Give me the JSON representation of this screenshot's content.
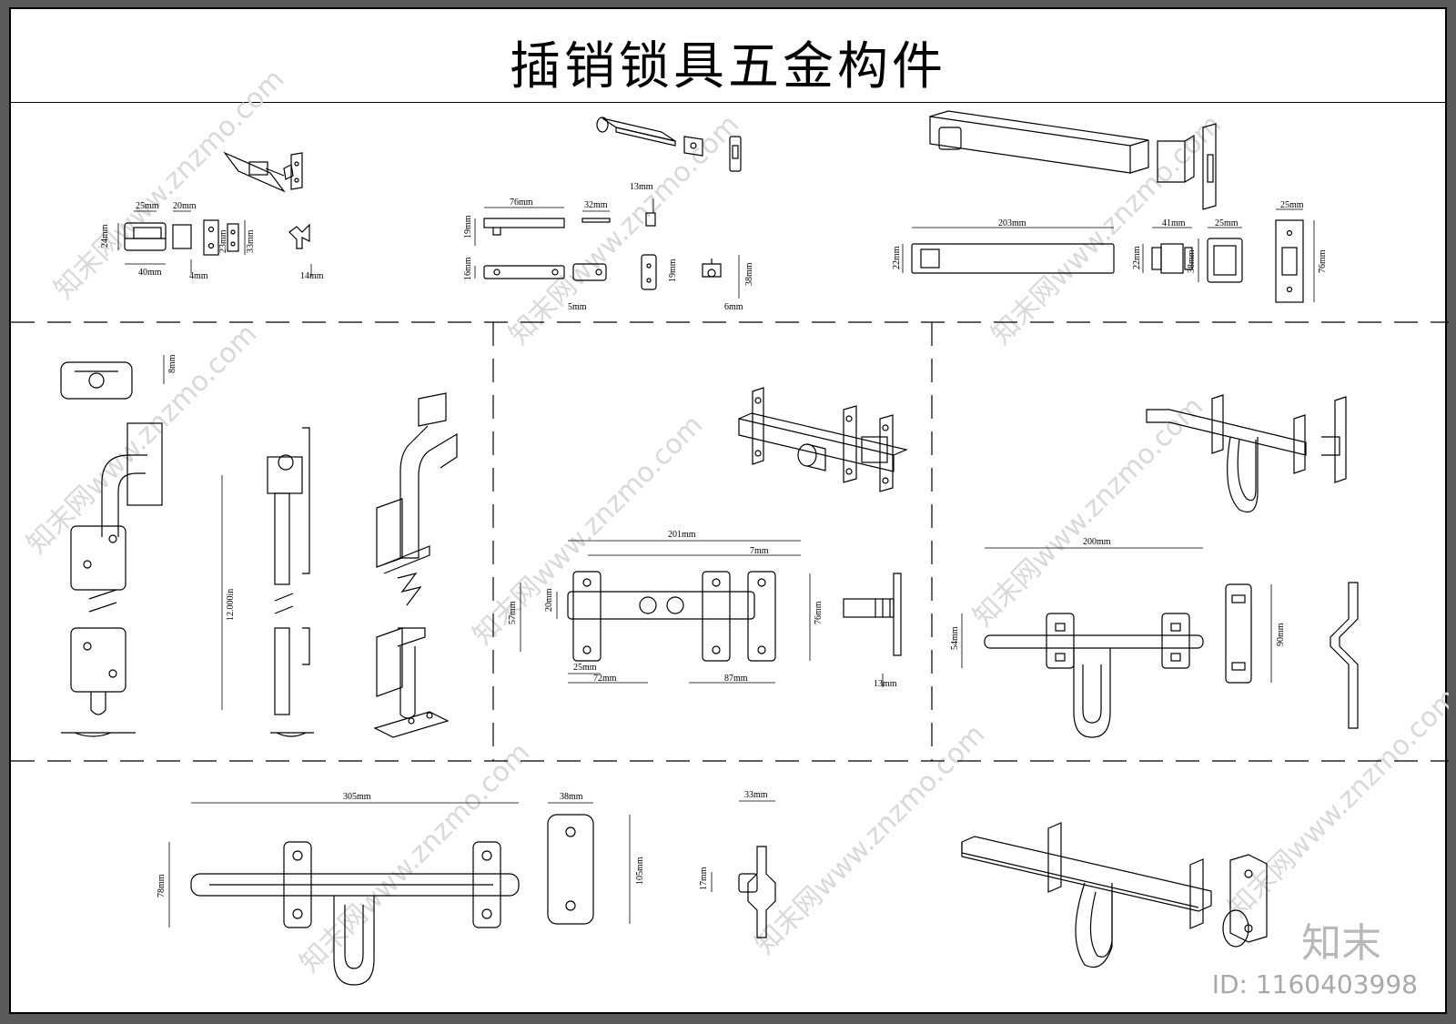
{
  "title": "插销锁具五金构件",
  "watermark_text": "知末网www.znzmo.com",
  "brand_text": "知末",
  "image_id": "ID: 1160403998",
  "dimensions": {
    "d25a": "25mm",
    "d20a": "20mm",
    "d24": "24mm",
    "d23": "23mm",
    "d33": "33mm",
    "d40": "40mm",
    "d4": "4mm",
    "d14": "14mm",
    "d76": "76mm",
    "d32": "32mm",
    "d13a": "13mm",
    "d19a": "19mm",
    "d16": "16mm",
    "d5": "5mm",
    "d19b": "19mm",
    "d38a": "38mm",
    "d6": "6mm",
    "d203": "203mm",
    "d41": "41mm",
    "d25b": "25mm",
    "d25c": "25mm",
    "d22a": "22mm",
    "d22b": "22mm",
    "d38b": "38mm",
    "d76b": "76mm",
    "d8": "8mm",
    "d12in": "12.000in",
    "d201": "201mm",
    "d7": "7mm",
    "d57": "57mm",
    "d20b": "20mm",
    "d25d": "25mm",
    "d72": "72mm",
    "d87": "87mm",
    "d76c": "76mm",
    "d13b": "13mm",
    "d200": "200mm",
    "d54": "54mm",
    "d90": "90mm",
    "d305": "305mm",
    "d38c": "38mm",
    "d78": "78mm",
    "d105": "105mm",
    "d33b": "33mm",
    "d17": "17mm"
  }
}
